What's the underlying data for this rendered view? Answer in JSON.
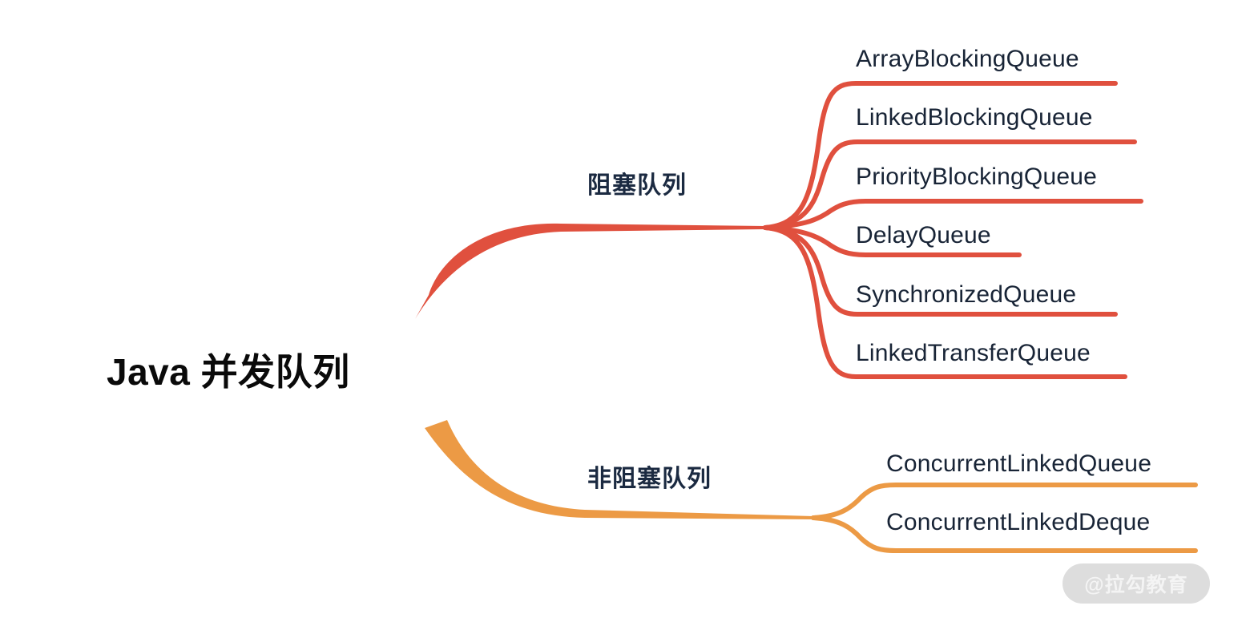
{
  "diagram": {
    "type": "mindmap",
    "root": {
      "label": "Java 并发队列"
    },
    "watermark": {
      "label": "@拉勾教育"
    },
    "colors": {
      "blocking_branch": "#E0503E",
      "nonblocking_branch": "#EC9A45",
      "text": "#182436",
      "root_text": "#0a0a0a",
      "background": "#ffffff",
      "watermark_bg": "#dddddd",
      "watermark_text": "#f4f4f4"
    },
    "branches": [
      {
        "label": "阻塞队列",
        "color": "#E0503E",
        "leaves": [
          {
            "label": "ArrayBlockingQueue"
          },
          {
            "label": "LinkedBlockingQueue"
          },
          {
            "label": "PriorityBlockingQueue"
          },
          {
            "label": "DelayQueue"
          },
          {
            "label": "SynchronizedQueue"
          },
          {
            "label": "LinkedTransferQueue"
          }
        ]
      },
      {
        "label": "非阻塞队列",
        "color": "#EC9A45",
        "leaves": [
          {
            "label": "ConcurrentLinkedQueue"
          },
          {
            "label": "ConcurrentLinkedDeque"
          }
        ]
      }
    ]
  }
}
